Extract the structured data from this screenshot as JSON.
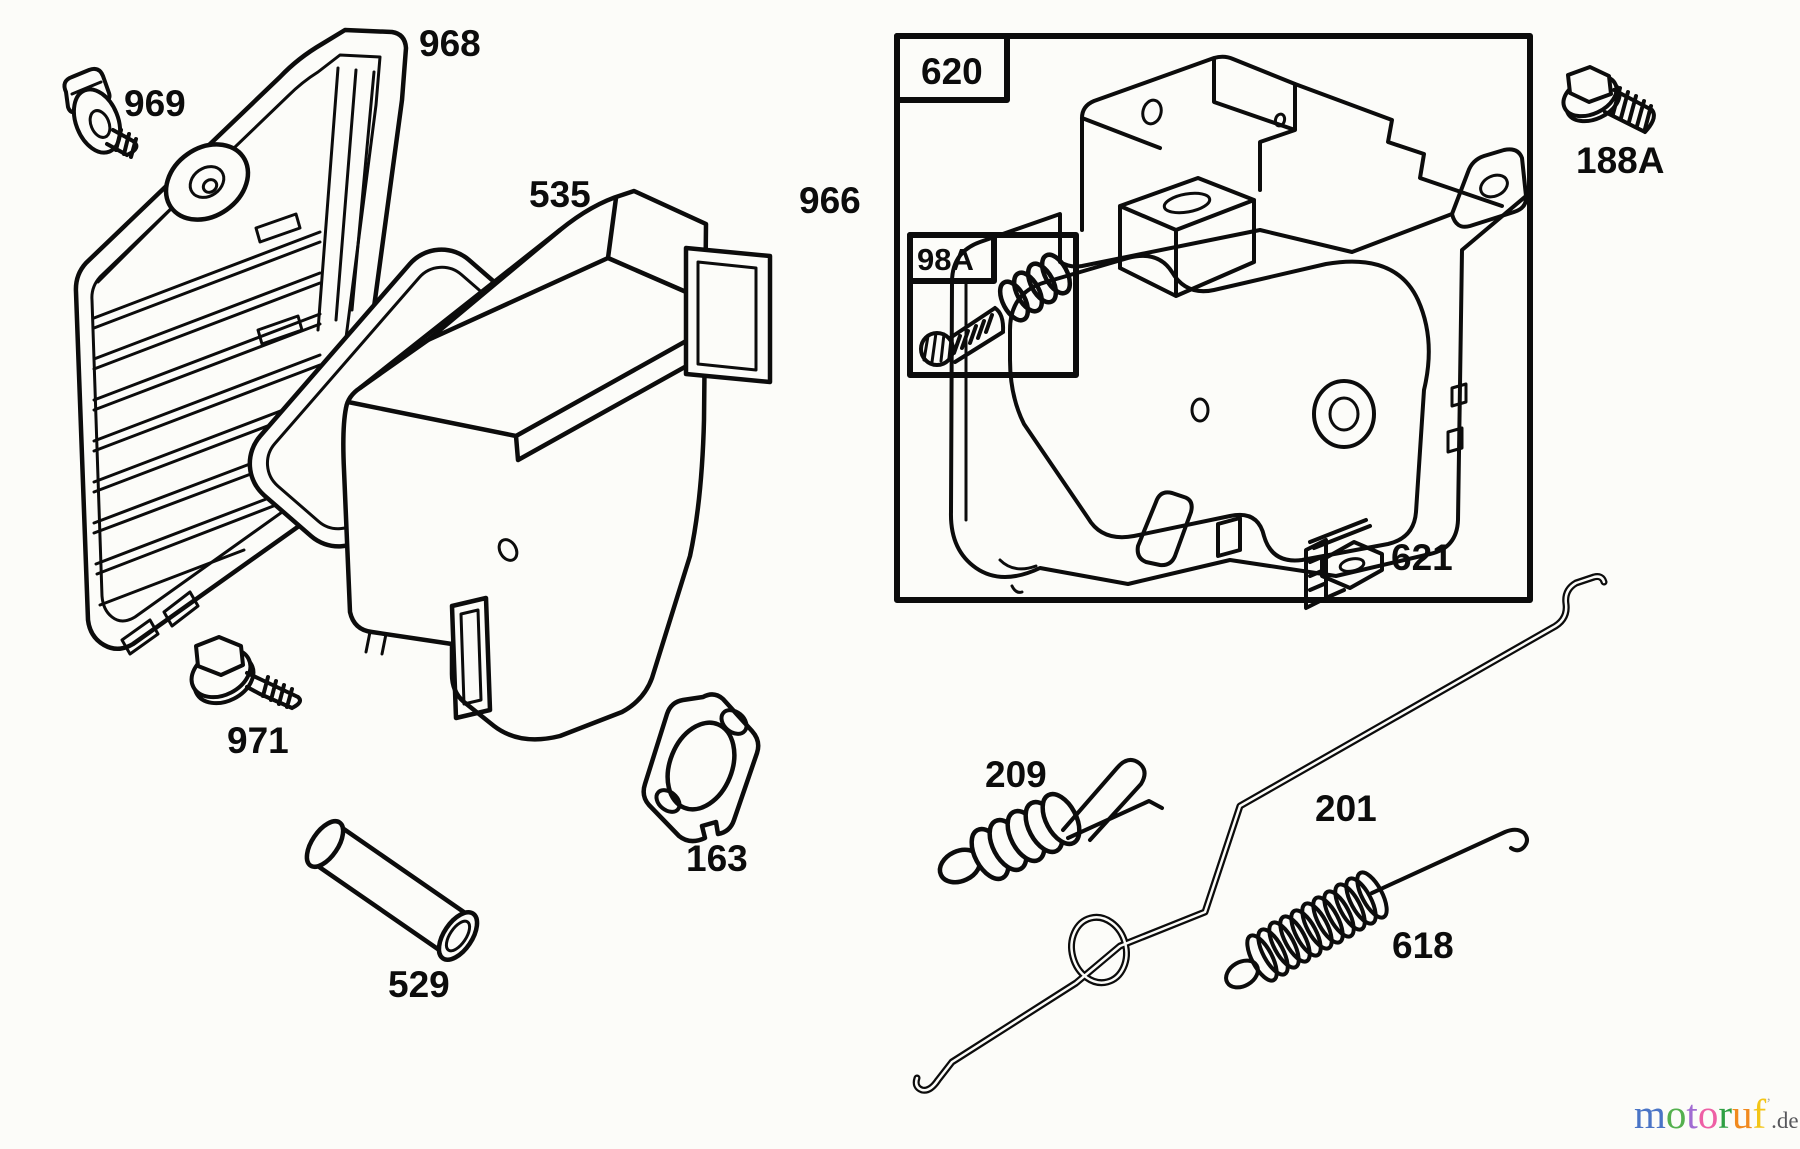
{
  "page": {
    "background_color": "#fcfcf9",
    "line_color": "#0c0c0c"
  },
  "parts": {
    "air_cleaner_cover": {
      "label": "968"
    },
    "cover_knob": {
      "label": "969"
    },
    "air_filter_element": {
      "label": "535"
    },
    "blower_housing": {
      "label": "966"
    },
    "mounting_screw": {
      "label": "971"
    },
    "carburetor_gasket": {
      "label": "163"
    },
    "breather_tube": {
      "label": "529"
    },
    "bracket_box": {
      "label": "620"
    },
    "screw_spring_box": {
      "label": "98A"
    },
    "cable_clip": {
      "label": "621"
    },
    "flange_bolt": {
      "label": "188A"
    },
    "governor_spring": {
      "label": "209"
    },
    "governor_link_rod": {
      "label": "201"
    },
    "extension_spring": {
      "label": "618"
    }
  },
  "logo": {
    "letters": [
      {
        "char": "m",
        "color": "#4a74c6"
      },
      {
        "char": "o",
        "color": "#54b04e"
      },
      {
        "char": "t",
        "color": "#a06bd2"
      },
      {
        "char": "o",
        "color": "#ee5fa5"
      },
      {
        "char": "r",
        "color": "#2fa044"
      },
      {
        "char": "u",
        "color": "#f18a1f"
      },
      {
        "char": "f",
        "color": "#f3c517"
      }
    ],
    "mark": "’",
    "mark_color": "#a9a9a9",
    "suffix": ".de",
    "suffix_color": "#57575b"
  }
}
